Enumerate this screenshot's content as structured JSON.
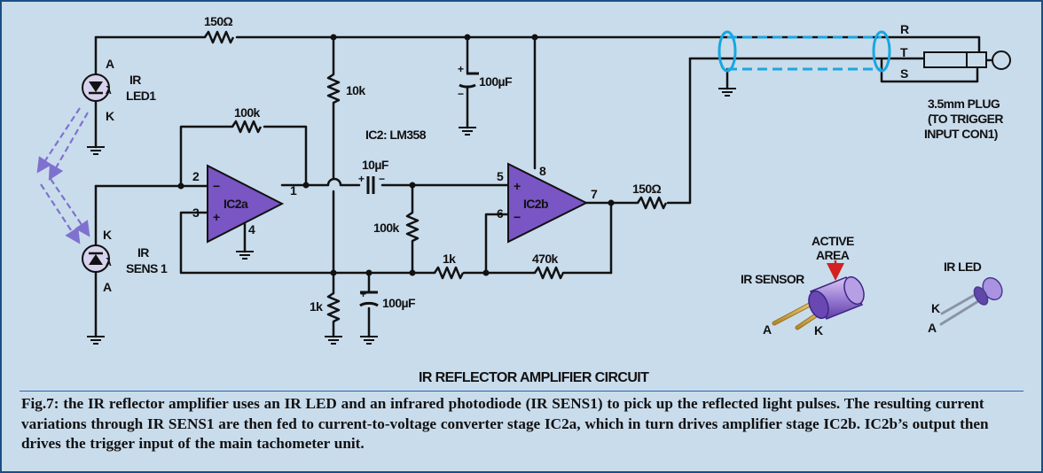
{
  "labels": {
    "r_in": "150Ω",
    "r_out": "150Ω",
    "r_10k": "10k",
    "r_100k_fb": "100k",
    "r_100k_bias": "100k",
    "r_1k_series": "1k",
    "r_1k_ground": "1k",
    "r_470k": "470k",
    "c_top": "100µF",
    "c_coupling": "10µF",
    "c_bottom": "100µF",
    "ic_part": "IC2: LM358",
    "ic2a": "IC2a",
    "ic2b": "IC2b",
    "pins": {
      "p1": "1",
      "p2": "2",
      "p3": "3",
      "p4": "4",
      "p5": "5",
      "p6": "6",
      "p7": "7",
      "p8": "8"
    },
    "minus": "−",
    "plus": "+",
    "led_name_1": "IR",
    "led_name_2": "LED1",
    "sens_name_1": "IR",
    "sens_name_2": "SENS 1",
    "anode": "A",
    "cathode": "K",
    "lambda": "λ",
    "r_term": "R",
    "t_term": "T",
    "s_term": "S",
    "plug_1": "3.5mm PLUG",
    "plug_2": "(TO TRIGGER",
    "plug_3": "INPUT CON1)",
    "ir_sensor": "IR SENSOR",
    "active_1": "ACTIVE",
    "active_2": "AREA",
    "ir_led": "IR LED",
    "title": "IR REFLECTOR AMPLIFIER CIRCUIT"
  },
  "caption": "Fig.7: the IR reflector amplifier uses an IR LED and an infrared photodiode (IR SENS1) to pick up the reflected light pulses. The resulting current variations through IR SENS1 are then fed to current-to-voltage converter stage IC2a, which in turn drives amplifier stage IC2b. IC2b’s output then drives the trigger input of the main tachometer unit.",
  "colors": {
    "background": "#c9dcec",
    "frame": "#1a4f86",
    "opamp": "#7a55c4",
    "shield": "#1aa6e0",
    "ir_ray": "#7f72cf"
  }
}
